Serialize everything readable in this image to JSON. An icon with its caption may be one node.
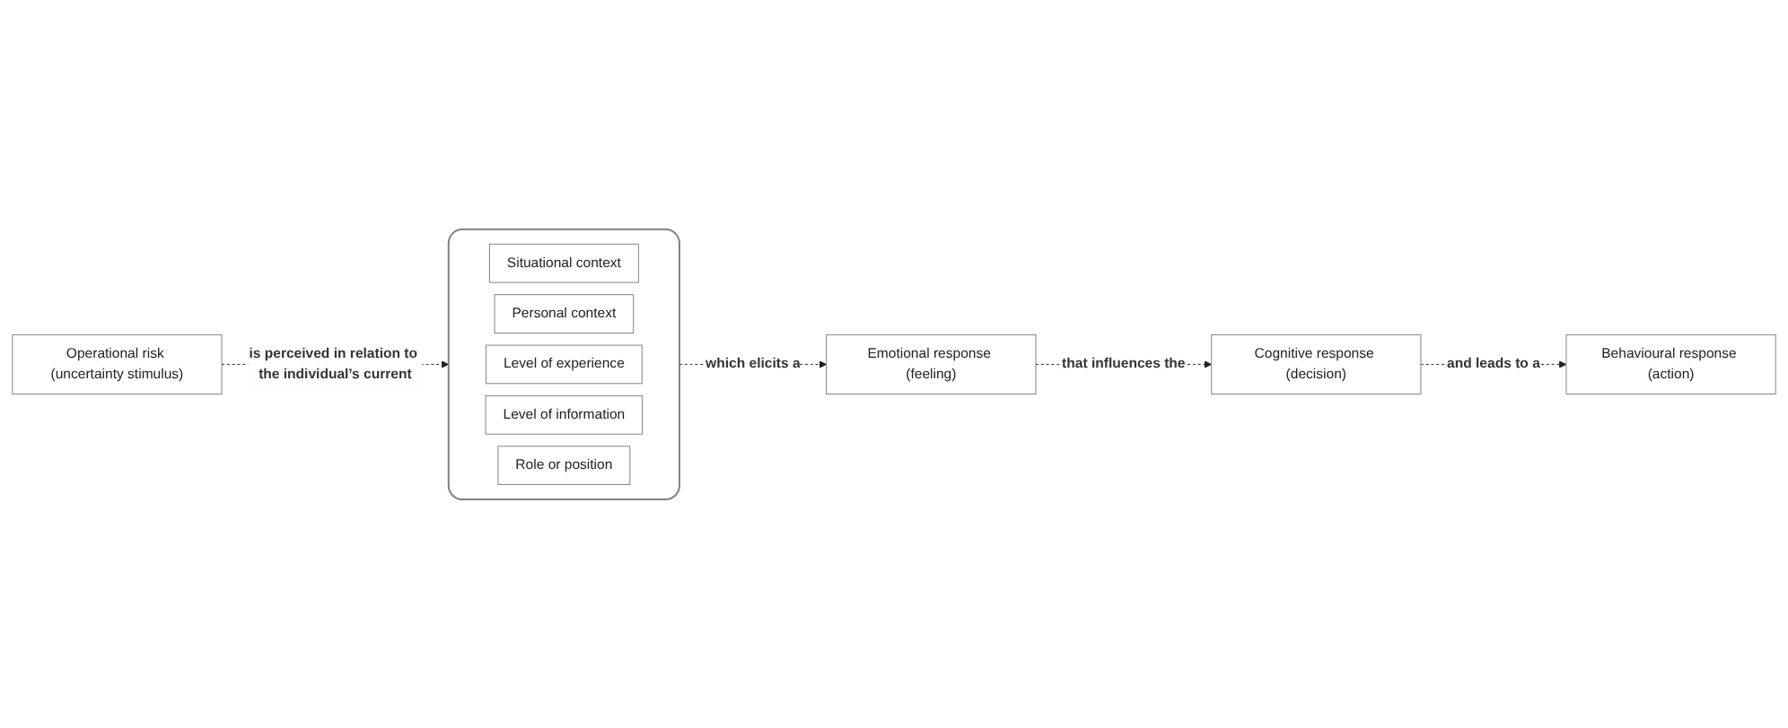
{
  "diagram": {
    "nodes": [
      {
        "text": [
          "Operational risk (uncertainty stimulus)"
        ]
      },
      {
        "text": [],
        "shape": "bracket"
      },
      {
        "text": [
          "Situational context"
        ],
        "in": 1
      },
      {
        "text": [
          "Personal context"
        ],
        "in": 1
      },
      {
        "text": [
          "Level of experience"
        ],
        "in": 1
      },
      {
        "text": [
          "Level of information"
        ],
        "in": 1
      },
      {
        "text": [
          "Role or position"
        ],
        "in": 1
      },
      {
        "text": [
          "Emotional response (feeling)"
        ]
      },
      {
        "text": [
          "Cognitive response (decision)"
        ]
      },
      {
        "text": [
          "Behavioural response (action)"
        ]
      }
    ],
    "edges": [
      {
        "from": 0,
        "to": 1,
        "arrow": "to",
        "style": "dashed",
        "label": "is perceived in relation to the individual’s current"
      },
      {
        "from": 1,
        "to": 7,
        "arrow": "to",
        "style": "dashed",
        "label": "which elicits a"
      },
      {
        "from": 7,
        "to": 8,
        "arrow": "to",
        "style": "dashed",
        "label": "that influences the"
      },
      {
        "from": 8,
        "to": 9,
        "arrow": "to",
        "style": "dashed",
        "label": "and leads to a"
      }
    ]
  }
}
